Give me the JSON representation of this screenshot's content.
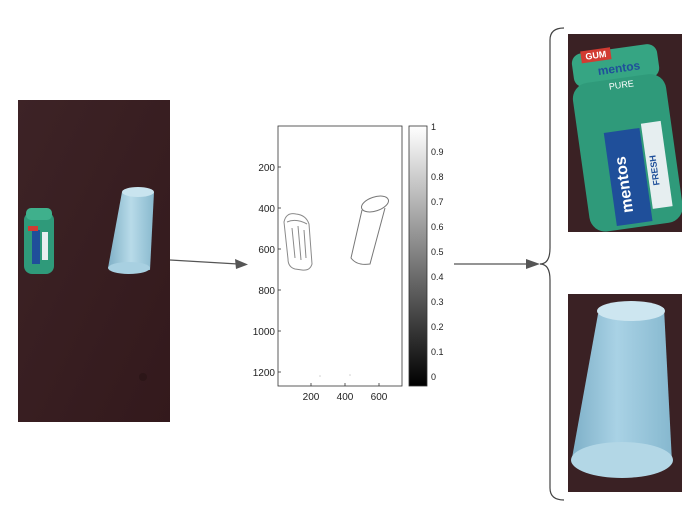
{
  "edge_map": {
    "y_ticks": [
      "200",
      "400",
      "600",
      "800",
      "1000",
      "1200"
    ],
    "x_ticks": [
      "200",
      "400",
      "600"
    ],
    "colorbar_ticks": [
      "1",
      "0.9",
      "0.8",
      "0.7",
      "0.6",
      "0.5",
      "0.4",
      "0.3",
      "0.2",
      "0.1",
      "0"
    ]
  },
  "mentos_photo": {
    "gum_label": "GUM",
    "brand_label": "mentos",
    "variant_label": "PURE",
    "flavor_label": "FRESH"
  },
  "colors": {
    "table_background": "#3a2124",
    "mentos_jar_green": "#2f9a7a",
    "cup_blue": "#9cc6da",
    "arrow_gray": "#555555"
  }
}
